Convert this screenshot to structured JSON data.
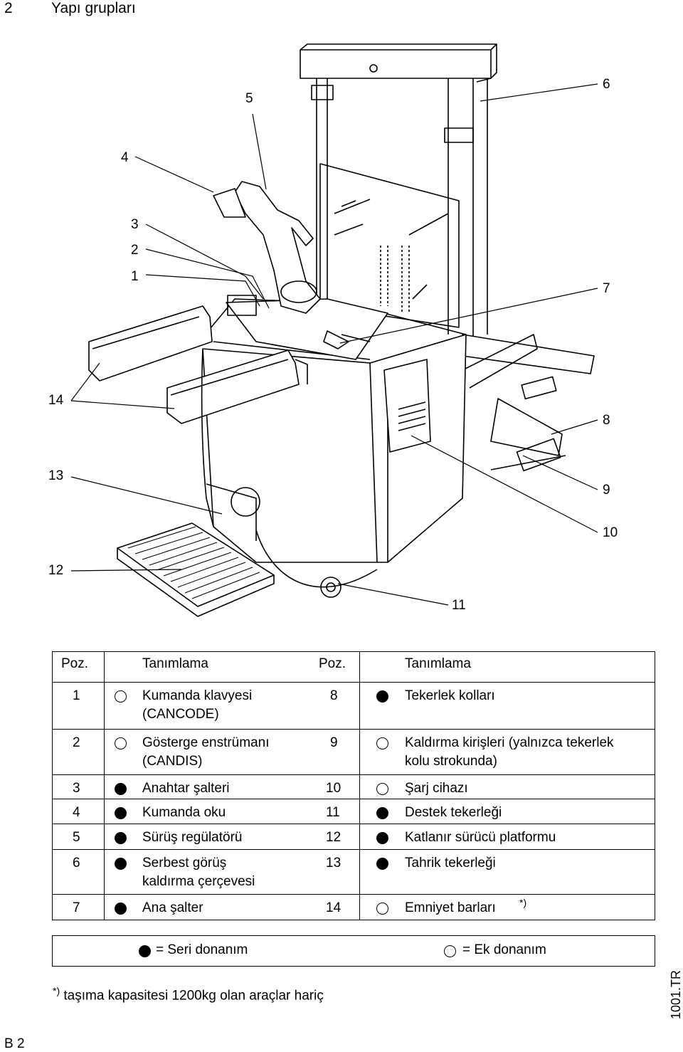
{
  "header": {
    "section_number": "2",
    "section_title": "Yapı grupları"
  },
  "callouts": [
    "1",
    "2",
    "3",
    "4",
    "5",
    "6",
    "7",
    "8",
    "9",
    "10",
    "11",
    "12",
    "13",
    "14"
  ],
  "table": {
    "col_headers": [
      "Poz.",
      "Tanımlama",
      "Poz.",
      "Tanımlama"
    ],
    "rows": [
      {
        "l_pos": "1",
        "l_std": false,
        "l_name": "Kumanda klavyesi",
        "l_name2": "(CANCODE)",
        "r_pos": "8",
        "r_std": true,
        "r_name": "Tekerlek kolları",
        "r_name2": ""
      },
      {
        "l_pos": "2",
        "l_std": false,
        "l_name": "Gösterge enstrümanı",
        "l_name2": "(CANDIS)",
        "r_pos": "9",
        "r_std": false,
        "r_name": "Kaldırma kirişleri (yalnızca tekerlek",
        "r_name2": "kolu strokunda)"
      },
      {
        "l_pos": "3",
        "l_std": true,
        "l_name": "Anahtar şalteri",
        "l_name2": "",
        "r_pos": "10",
        "r_std": false,
        "r_name": "Şarj cihazı",
        "r_name2": ""
      },
      {
        "l_pos": "4",
        "l_std": true,
        "l_name": "Kumanda oku",
        "l_name2": "",
        "r_pos": "11",
        "r_std": true,
        "r_name": "Destek tekerleği",
        "r_name2": ""
      },
      {
        "l_pos": "5",
        "l_std": true,
        "l_name": "Sürüş regülatörü",
        "l_name2": "",
        "r_pos": "12",
        "r_std": true,
        "r_name": "Katlanır sürücü platformu",
        "r_name2": ""
      },
      {
        "l_pos": "6",
        "l_std": true,
        "l_name": "Serbest görüş",
        "l_name2": "kaldırma çerçevesi",
        "r_pos": "13",
        "r_std": true,
        "r_name": "Tahrik tekerleği",
        "r_name2": ""
      },
      {
        "l_pos": "7",
        "l_std": true,
        "l_name": "Ana şalter",
        "l_name2": "",
        "r_pos": "14",
        "r_std": false,
        "r_name": "Emniyet barları",
        "r_name2": ""
      }
    ],
    "footnote_mark": "*)"
  },
  "legend": {
    "standard": "= Seri donanım",
    "optional": "= Ek donanım"
  },
  "footnote": {
    "mark": "*)",
    "text": "taşıma kapasitesi 1200kg olan araçlar hariç"
  },
  "side_code": "1001.TR",
  "page_id": "B 2"
}
